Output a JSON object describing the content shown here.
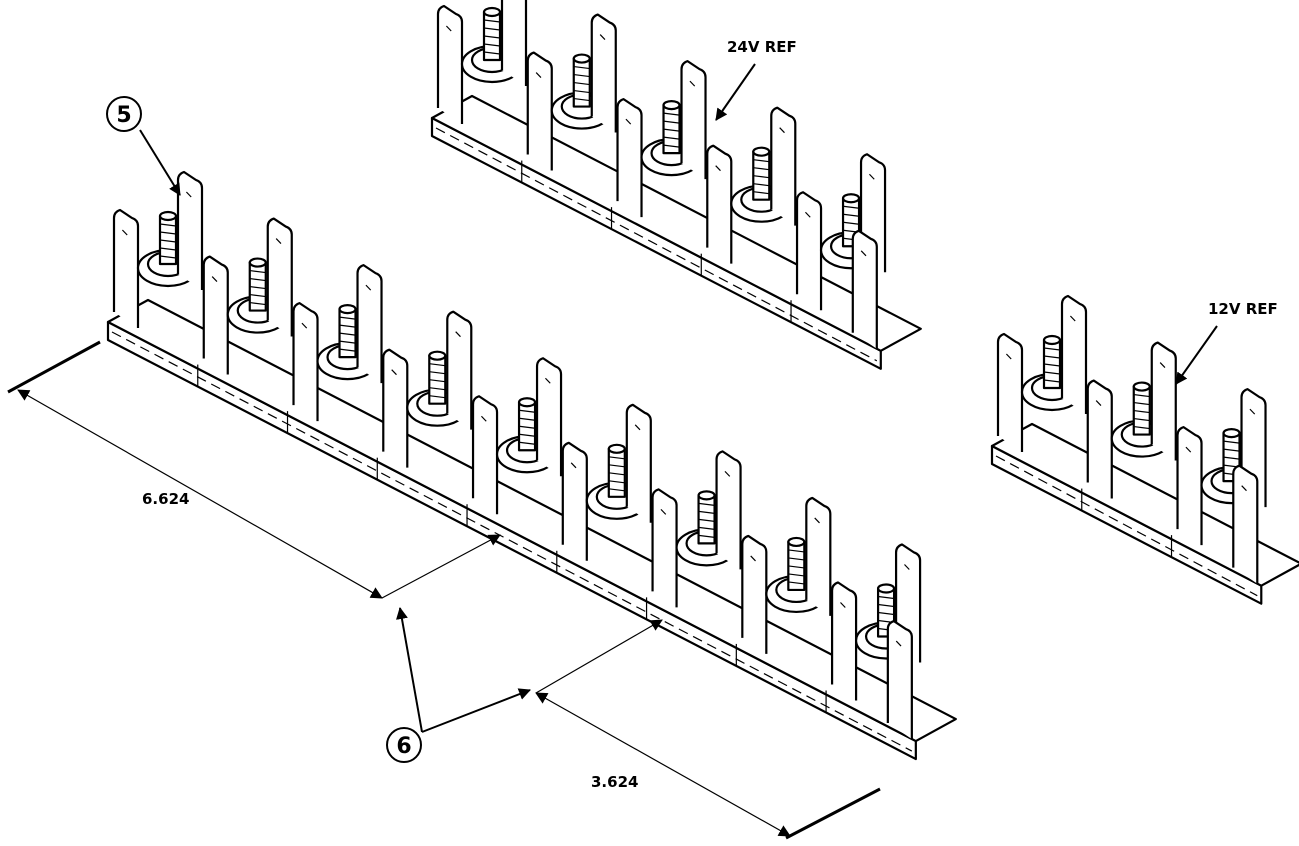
{
  "labels": {
    "ref_24v": "24V REF",
    "ref_12v": "12V REF",
    "dim_long": "6.624",
    "dim_short": "3.624",
    "callout_5": "5",
    "callout_6": "6"
  },
  "colors": {
    "ink": "#000000",
    "paper": "#ffffff"
  }
}
